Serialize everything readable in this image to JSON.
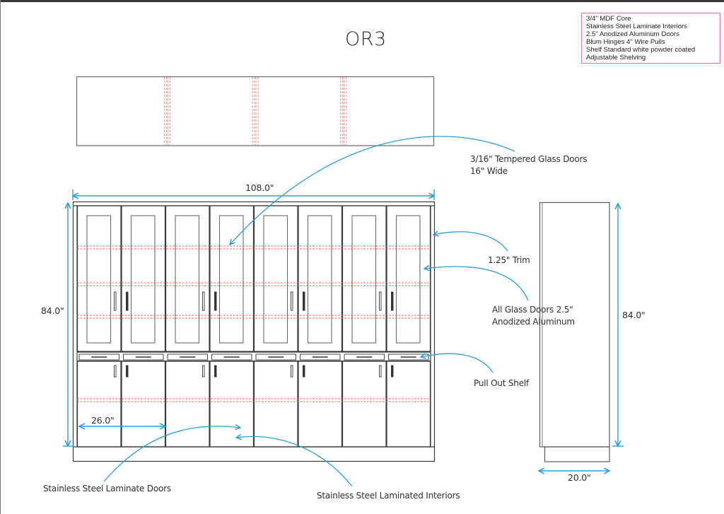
{
  "title": "OR3",
  "spec_notes": [
    "3/4\" MDF Core",
    "Stainless Steel Laminate Interiors",
    "2.5\" Anodized Aluminum Doors",
    "Blum Hinges 4\" Wire Pulls",
    "Shelf Standard white powder coated",
    "Adjustable Shelving"
  ],
  "dimensions": {
    "overall_width": "108.0\"",
    "front_height": "84.0\"",
    "side_height": "84.0\"",
    "door_pair_width": "26.0\"",
    "side_depth": "20.0\""
  },
  "callouts": {
    "glass_doors_line1": "3/16\" Tempered Glass Doors",
    "glass_doors_line2": "16\" Wide",
    "trim": "1.25\" Trim",
    "aluminum_line1": "All Glass Doors 2.5\"",
    "aluminum_line2": "Anodized Aluminum",
    "pull_out_shelf": "Pull Out Shelf",
    "laminate_doors": "Stainless Steel Laminate Doors",
    "laminated_interiors": "Stainless Steel Laminated Interiors"
  },
  "cabinet": {
    "upper_door_count": 8,
    "lower_door_count": 8,
    "drawer_count": 8,
    "top_view_sections": 4
  },
  "colors": {
    "outline": "#3a3a3a",
    "dimension": "#2a9fd6",
    "hidden_line": "#e8574a",
    "spec_border": "#e07aa0"
  }
}
